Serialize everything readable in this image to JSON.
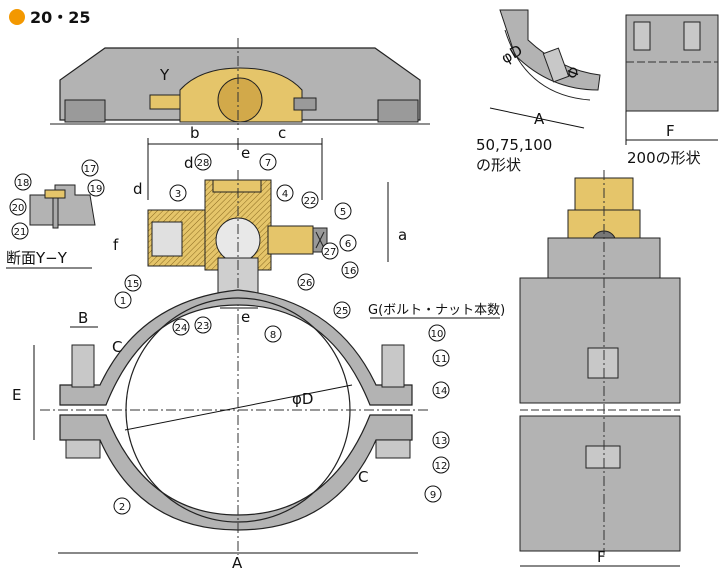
{
  "title": "20・25",
  "section_caption": "断面Y−Y",
  "callout_g": "G(ボルト・ナット本数)",
  "inset_left_caption": [
    "50,75,100",
    "の形状"
  ],
  "inset_right_caption": "200の形状",
  "view_label_y": "Y",
  "dims": {
    "b": "b",
    "c": "c",
    "d_top": "d",
    "d_left": "d",
    "e_top": "e",
    "e_bottom": "e",
    "f": "f",
    "a": "a",
    "B": "B",
    "C_left": "C",
    "C_right": "C",
    "E": "E",
    "phiD_main": "φD",
    "A_main": "A",
    "A_inset": "A",
    "phiD_inset": "φD",
    "phi_small": "Φ",
    "F_inset": "F",
    "F_side": "F"
  },
  "part_numbers": [
    "1",
    "2",
    "3",
    "4",
    "5",
    "6",
    "7",
    "8",
    "9",
    "10",
    "11",
    "12",
    "13",
    "14",
    "15",
    "16",
    "17",
    "18",
    "19",
    "20",
    "21",
    "22",
    "23",
    "24",
    "25",
    "26",
    "27",
    "28"
  ],
  "colors": {
    "accent": "#f39800",
    "body_gray": "#b3b3b3",
    "brass": "#e5c56a"
  }
}
